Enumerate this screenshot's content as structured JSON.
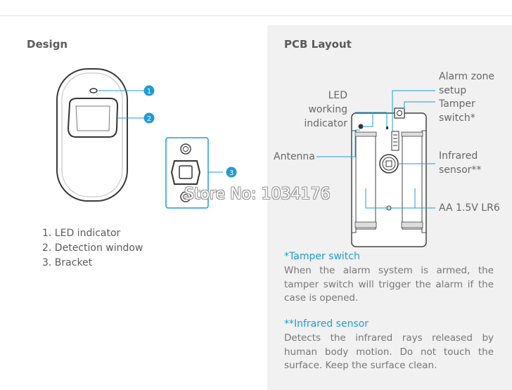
{
  "design": {
    "heading": "Design",
    "list": [
      "1. LED indicator",
      "2. Detection window",
      "3. Bracket"
    ],
    "markers": [
      "1",
      "2",
      "3"
    ]
  },
  "pcb": {
    "heading": "PCB Layout",
    "labels": {
      "led_line1": "LED working",
      "led_line2": "indicator",
      "alarm_line1": "Alarm zone",
      "alarm_line2": "setup",
      "tamper_line1": "Tamper",
      "tamper_line2": "switch*",
      "antenna": "Antenna",
      "infrared_line1": "Infrared",
      "infrared_line2": "sensor**",
      "battery": "AA 1.5V  LR6"
    }
  },
  "watermark": "Store No: 1034176",
  "notes": {
    "tamper_title": "*Tamper switch",
    "tamper_body": "When the alarm system is armed, the tamper switch will trigger the alarm if the case is opened.",
    "infrared_title": "**Infrared sensor",
    "infrared_body": "Detects the infrared rays released by human body motion. Do not touch the surface. Keep the surface clean."
  },
  "colors": {
    "accent": "#1f9bd6",
    "panel": "#f1f1f1",
    "text": "#555555"
  }
}
